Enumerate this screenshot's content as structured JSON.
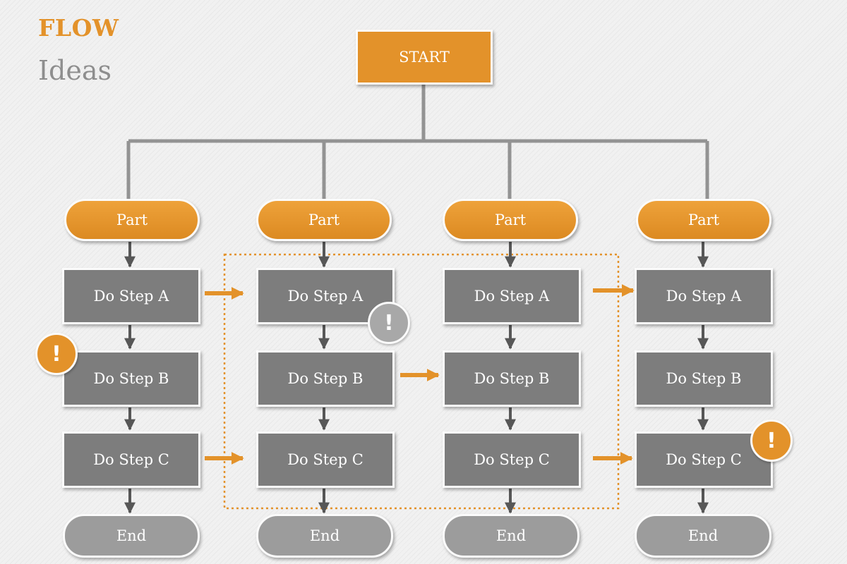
{
  "header": {
    "title": "FLOW",
    "subtitle": "Ideas"
  },
  "start": {
    "label": "START"
  },
  "columns": [
    {
      "part": "Part",
      "steps": [
        "Do Step A",
        "Do Step B",
        "Do Step C"
      ],
      "end": "End"
    },
    {
      "part": "Part",
      "steps": [
        "Do Step A",
        "Do Step B",
        "Do Step C"
      ],
      "end": "End"
    },
    {
      "part": "Part",
      "steps": [
        "Do Step A",
        "Do Step B",
        "Do Step C"
      ],
      "end": "End"
    },
    {
      "part": "Part",
      "steps": [
        "Do Step A",
        "Do Step B",
        "Do Step C"
      ],
      "end": "End"
    }
  ],
  "alerts": {
    "symbol": "!"
  },
  "colors": {
    "accent": "#e3922a",
    "step": "#7d7d7d",
    "end": "#9c9c9c",
    "connector": "#939393",
    "alert_gray": "#a8a8a8"
  }
}
